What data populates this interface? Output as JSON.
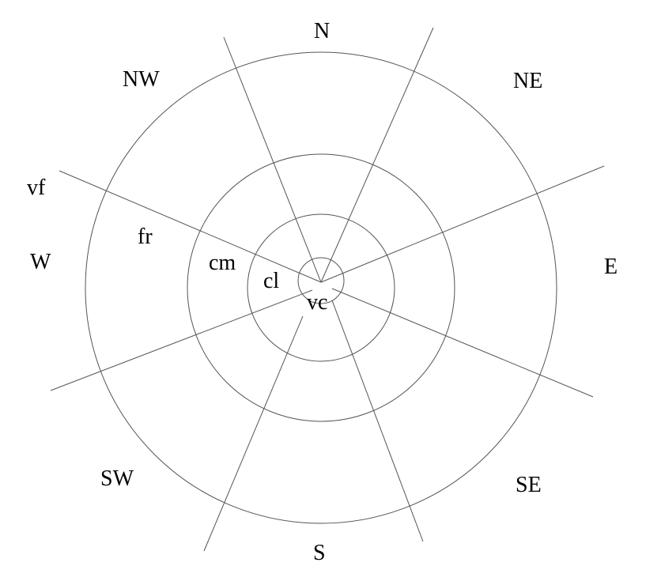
{
  "directions": {
    "n": "N",
    "ne": "NE",
    "e": "E",
    "se": "SE",
    "s": "S",
    "sw": "SW",
    "w": "W",
    "nw": "NW"
  },
  "zones": {
    "very_far": "vf",
    "far": "fr",
    "medium": "cm",
    "close": "cl",
    "very_close": "vc"
  },
  "colors": {
    "line": "#555555",
    "text": "#000000",
    "background": "#ffffff"
  }
}
